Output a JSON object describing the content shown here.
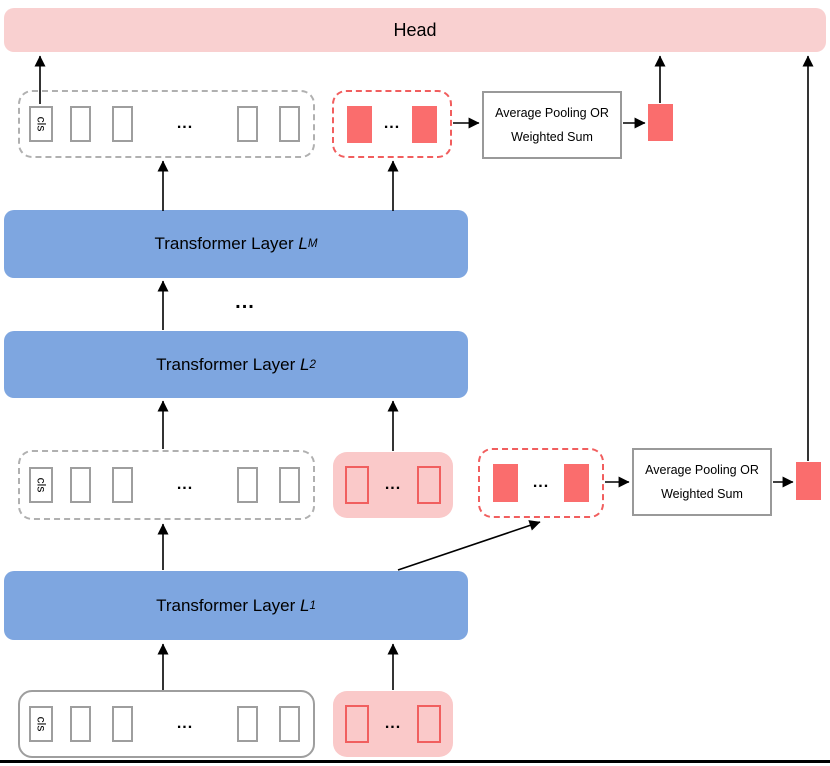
{
  "diagram": {
    "head_label": "Head",
    "cls_label": "cls",
    "ellipsis": "...",
    "layers_ellipsis": "...",
    "layers": [
      {
        "name_prefix": "Transformer Layer",
        "variable": "L",
        "subscript": "M"
      },
      {
        "name_prefix": "Transformer Layer",
        "variable": "L",
        "subscript": "2"
      },
      {
        "name_prefix": "Transformer Layer",
        "variable": "L",
        "subscript": "1"
      }
    ],
    "pooling": {
      "line1": "Average Pooling OR",
      "line2": "Weighted Sum"
    },
    "colors": {
      "head_fill": "#f9d0d0",
      "layer_fill": "#7ea6e0",
      "prompt_token_fill": "#fa6d6d",
      "prompt_group_fill": "#fac9c9",
      "prompt_outline": "#f15e5e",
      "token_border": "#9e9e9e",
      "group_border_dashed": "#b0b0b0",
      "pooling_border": "#999999",
      "arrow": "#000000"
    }
  }
}
